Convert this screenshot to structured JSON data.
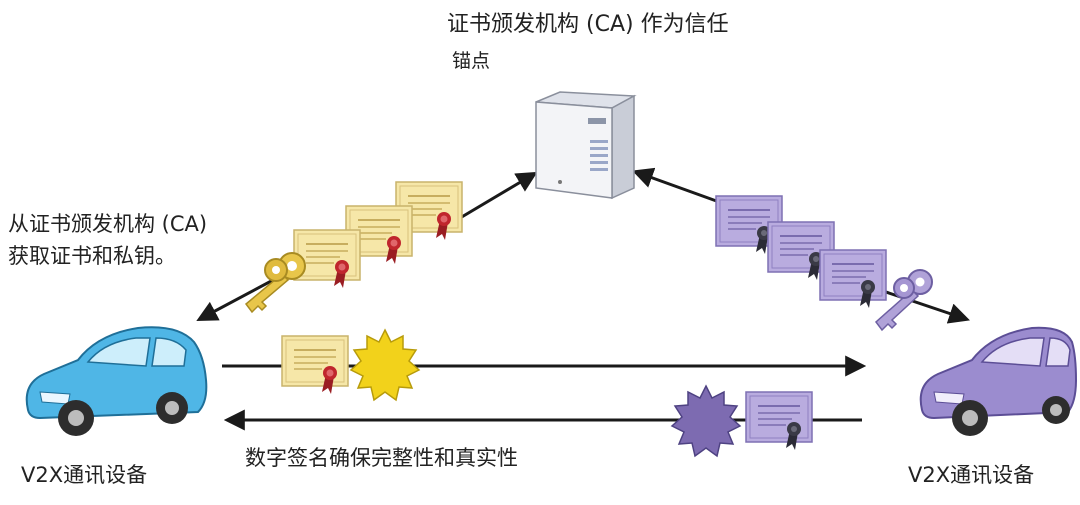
{
  "labels": {
    "ca_anchor_line1": "证书颁发机构 (CA) 作为信任",
    "ca_anchor_line2": "锚点",
    "obtain_line1": "从证书颁发机构 (CA)",
    "obtain_line2": "获取证书和私钥。",
    "signature": "数字签名确保完整性和真实性",
    "device_left": "V2X通讯设备",
    "device_right": "V2X通讯设备"
  },
  "colors": {
    "arrow": "#1a1a1a",
    "car_left": "#4fb6e6",
    "car_right": "#9b8ccf",
    "cert_left": "#f6e7a8",
    "cert_right": "#b9acdf",
    "seal_red": "#c0262d",
    "seal_dark": "#3a3a46",
    "burst_yellow": "#f2d21b",
    "burst_purple": "#7d6bb1",
    "key_yellow": "#e8c64a",
    "key_purple": "#b0a2d8",
    "server": "#f3f4f7"
  },
  "icons": [
    "server-icon",
    "certificate-icon",
    "key-icon",
    "seal-burst-icon",
    "car-icon"
  ]
}
